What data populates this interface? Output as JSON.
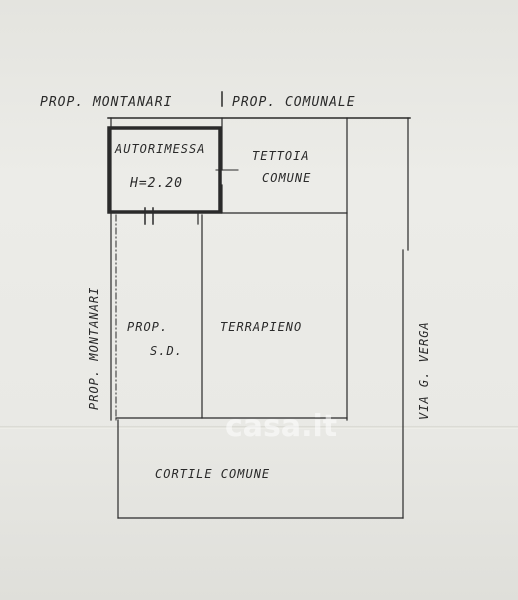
{
  "labels": {
    "prop_montanari_top": "PROP. MONTANARI",
    "prop_comunale": "PROP. COMUNALE",
    "autorimessa": "AUTORIMESSA",
    "height": "H=2.20",
    "tettoia_1": "TETTOIA",
    "tettoia_2": "COMUNE",
    "prop_sd_1": "PROP.",
    "prop_sd_2": "S.D.",
    "terrapieno": "TERRAPIENO",
    "prop_montanari_side": "PROP. MONTANARI",
    "via_verga": "VIA G. VERGA",
    "cortile": "CORTILE COMUNE"
  },
  "watermark": "casa.it",
  "colors": {
    "ink": "#2a2a2a",
    "paper": "#e9e9e5"
  }
}
